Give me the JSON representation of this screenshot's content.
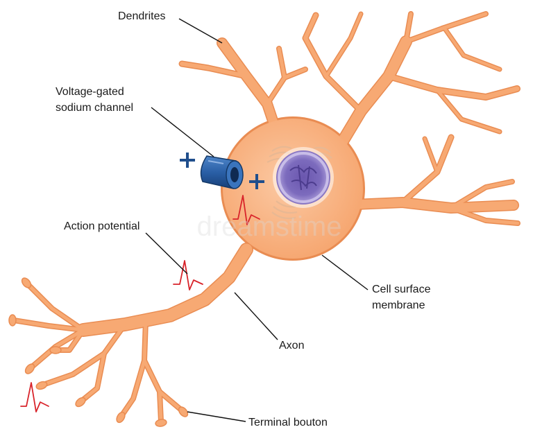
{
  "labels": {
    "dendrites": "Dendrites",
    "channel_line1": "Voltage-gated",
    "channel_line2": "sodium channel",
    "action_potential": "Action potential",
    "membrane_line1": "Cell surface",
    "membrane_line2": "membrane",
    "axon": "Axon",
    "terminal_bouton": "Terminal bouton"
  },
  "colors": {
    "cell_fill": "#f7a973",
    "cell_outline": "#e98c52",
    "nucleus": "#8a78c4",
    "channel": "#2a5fa6",
    "signal": "#d8232a",
    "charge": "#1f4e8c"
  },
  "watermark": "dreamstime"
}
